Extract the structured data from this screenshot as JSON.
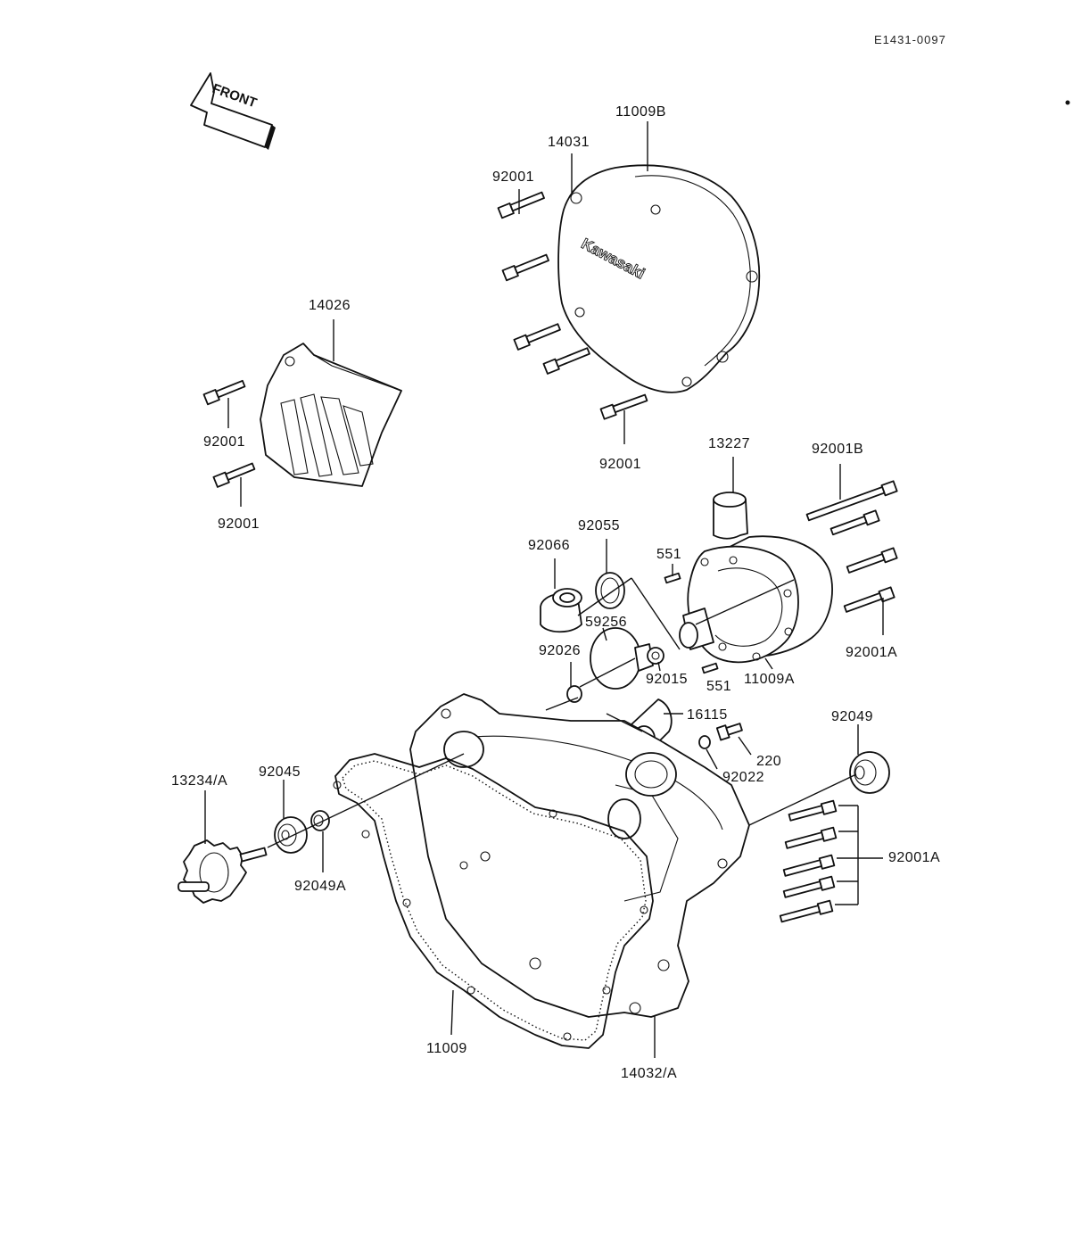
{
  "diagram_code": "E1431-0097",
  "front_label": "FRONT",
  "brand_text": "Kawasaki",
  "labels": {
    "p11009B": "11009B",
    "p14031": "14031",
    "p92001_top": "92001",
    "p92001_mid": "92001",
    "p14026": "14026",
    "p92001_l1": "92001",
    "p92001_l2": "92001",
    "p13227": "13227",
    "p92001B": "92001B",
    "p92055": "92055",
    "p92066": "92066",
    "p551_a": "551",
    "p59256": "59256",
    "p92026": "92026",
    "p92015": "92015",
    "p551_b": "551",
    "p11009A": "11009A",
    "p92001A_r": "92001A",
    "p16115": "16115",
    "p92049": "92049",
    "p220": "220",
    "p92022": "92022",
    "p13234A": "13234/A",
    "p92045": "92045",
    "p92049A": "92049A",
    "p92001A_b": "92001A",
    "p11009": "11009",
    "p14032A": "14032/A"
  }
}
